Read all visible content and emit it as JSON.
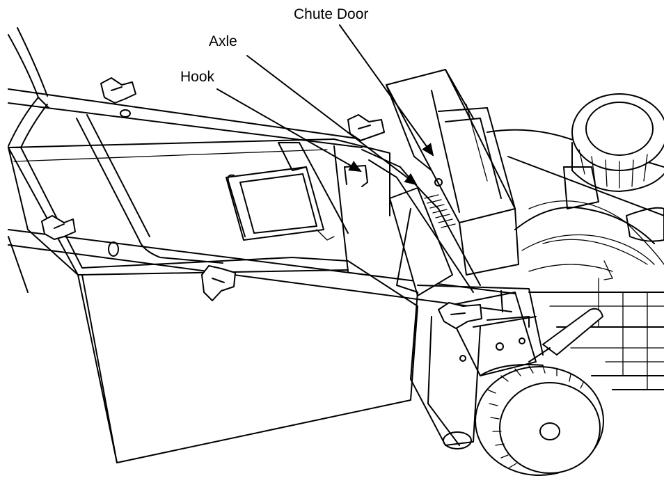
{
  "labels": {
    "chute_door": "Chute Door",
    "axle": "Axle",
    "hook": "Hook"
  },
  "colors": {
    "line": "#000000",
    "background": "#ffffff"
  }
}
